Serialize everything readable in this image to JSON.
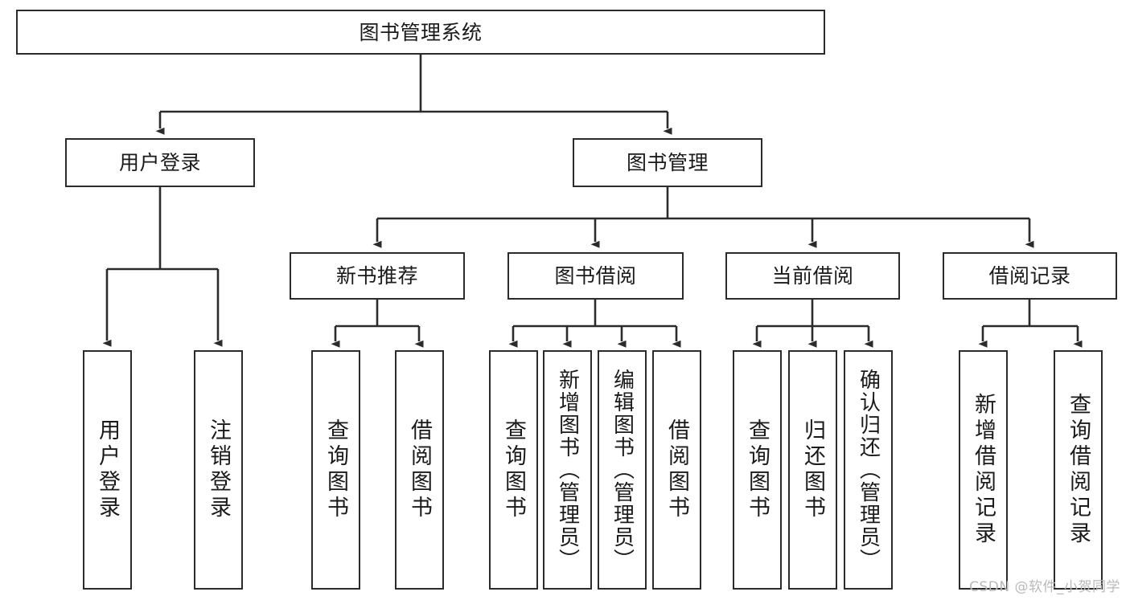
{
  "diagram": {
    "title": "图书管理系统",
    "type": "tree-hierarchy-chart",
    "watermark": "CSDN @软件_小贺同学",
    "stroke_color": "#2b2b2b",
    "fill_color": "#ffffff",
    "text_color": "#1a1a1a",
    "watermark_color": "#b9b9b9"
  },
  "nodes": {
    "root": {
      "label": "图书管理系统"
    },
    "level2": [
      {
        "id": "user-login",
        "label": "用户登录"
      },
      {
        "id": "book-manage",
        "label": "图书管理"
      }
    ],
    "level3": [
      {
        "id": "new-book-recommend",
        "label": "新书推荐"
      },
      {
        "id": "book-borrow",
        "label": "图书借阅"
      },
      {
        "id": "current-borrow",
        "label": "当前借阅"
      },
      {
        "id": "borrow-record",
        "label": "借阅记录"
      }
    ],
    "leaves": {
      "user_login": [
        {
          "id": "leaf-user-login",
          "label": "用户登录"
        },
        {
          "id": "leaf-logout-login",
          "label": "注销登录"
        }
      ],
      "new_book_recommend": [
        {
          "id": "leaf-query-book-1",
          "label": "查询图书"
        },
        {
          "id": "leaf-borrow-book-1",
          "label": "借阅图书"
        }
      ],
      "book_borrow": [
        {
          "id": "leaf-query-book-2",
          "label": "查询图书"
        },
        {
          "id": "leaf-add-book",
          "label": "新增图书（管理员）"
        },
        {
          "id": "leaf-edit-book",
          "label": "编辑图书（管理员）"
        },
        {
          "id": "leaf-borrow-book-2",
          "label": "借阅图书"
        }
      ],
      "current_borrow": [
        {
          "id": "leaf-query-book-3",
          "label": "查询图书"
        },
        {
          "id": "leaf-return-book",
          "label": "归还图书"
        },
        {
          "id": "leaf-confirm-return",
          "label": "确认归还（管理员）"
        }
      ],
      "borrow_record": [
        {
          "id": "leaf-add-record",
          "label": "新增借阅记录"
        },
        {
          "id": "leaf-query-record",
          "label": "查询借阅记录"
        }
      ]
    }
  }
}
